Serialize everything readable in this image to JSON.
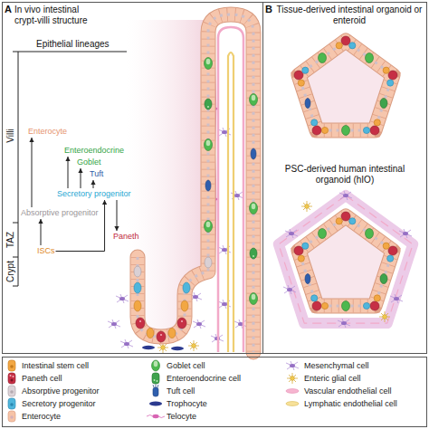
{
  "diagram": {
    "nodes": [
      {
        "text": [
          "A",
          "In vivo intestinal crypt-villi structure"
        ]
      },
      {
        "text": [
          "Enterocyte"
        ],
        "in": 0
      },
      {
        "text": [
          "Enteroendocrine"
        ],
        "in": 0
      },
      {
        "text": [
          "Goblet"
        ],
        "in": 0
      },
      {
        "text": [
          "Tuft"
        ],
        "in": 0
      },
      {
        "text": [
          "Secretory progenitor"
        ],
        "in": 0
      },
      {
        "text": [
          "Absorptive progenitor"
        ],
        "in": 0
      },
      {
        "text": [
          "Paneth"
        ],
        "in": 0
      },
      {
        "text": [
          "ISCs"
        ],
        "in": 0
      },
      {
        "text": [
          "B",
          "Tissue-derived intestinal organoid or enteroid",
          "PSC-derived human intestinal organoid (hIO)"
        ]
      }
    ],
    "edges": [
      {
        "from": 8,
        "to": 6,
        "arrow": "to"
      },
      {
        "from": 8,
        "to": 5,
        "arrow": "to"
      },
      {
        "from": 6,
        "to": 1,
        "arrow": "to"
      },
      {
        "from": 5,
        "to": 2,
        "arrow": "to"
      },
      {
        "from": 5,
        "to": 3,
        "arrow": "to"
      },
      {
        "from": 5,
        "to": 4,
        "arrow": "to"
      },
      {
        "from": 5,
        "to": 7,
        "arrow": "to"
      }
    ],
    "labels": [
      "Epithelial lineages",
      "Villi",
      "TAZ",
      "Crypt"
    ],
    "legend": [
      {
        "text": "Intestinal stem cell"
      },
      {
        "text": "Paneth cell"
      },
      {
        "text": "Absorptive progenitor"
      },
      {
        "text": "Secretory progenitor"
      },
      {
        "text": "Enterocyte"
      },
      {
        "text": "Goblet cell"
      },
      {
        "text": "Enteroendocrine cell"
      },
      {
        "text": "Tuft cell"
      },
      {
        "text": "Trophocyte"
      },
      {
        "text": "Telocyte"
      },
      {
        "text": "Mesenchymal cell"
      },
      {
        "text": "Enteric glial cell"
      },
      {
        "text": "Vascular endothelial cell"
      },
      {
        "text": "Lymphatic endothelial cell"
      }
    ]
  }
}
